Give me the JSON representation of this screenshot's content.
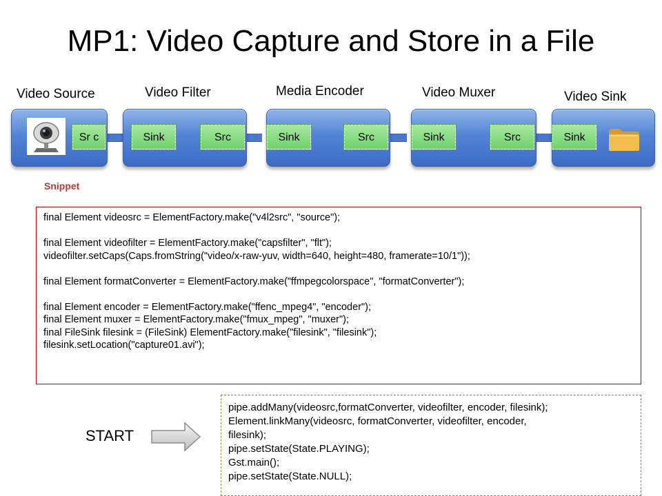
{
  "title": "MP1: Video Capture and Store in a File",
  "stages": [
    {
      "label": "Video Source",
      "pads": [
        "Sr c"
      ],
      "icon": "webcam-icon"
    },
    {
      "label": "Video Filter",
      "pads": [
        "Sink",
        "Src"
      ]
    },
    {
      "label": "Media Encoder",
      "pads": [
        "Sink",
        "Src"
      ]
    },
    {
      "label": "Video Muxer",
      "pads": [
        "Sink",
        "Src"
      ]
    },
    {
      "label": "Video Sink",
      "pads": [
        "Sink"
      ],
      "icon": "folder-icon"
    }
  ],
  "snippet_label": "Snippet",
  "code_lines": [
    "final Element videosrc = ElementFactory.make(\"v4l2src\", \"source\");",
    "",
    "final Element videofilter = ElementFactory.make(\"capsfilter\", \"flt\");",
    "videofilter.setCaps(Caps.fromString(\"video/x-raw-yuv, width=640, height=480, framerate=10/1\"));",
    "",
    "final Element formatConverter = ElementFactory.make(\"ffmpegcolorspace\", \"formatConverter\");",
    "",
    "final Element encoder = ElementFactory.make(\"ffenc_mpeg4\", \"encoder\");",
    "final Element muxer = ElementFactory.make(\"fmux_mpeg\", \"muxer\");",
    "final FileSink filesink = (FileSink) ElementFactory.make(\"filesink\", \"filesink\");",
    "filesink.setLocation(\"capture01.avi\");"
  ],
  "start_label": "START",
  "start_lines": [
    "pipe.addMany(videosrc,formatConverter, videofilter, encoder, filesink);",
    "Element.linkMany(videosrc, formatConverter, videofilter, encoder,",
    "filesink);",
    "pipe.setState(State.PLAYING);",
    "Gst.main();",
    "pipe.setState(State.NULL);"
  ],
  "colors": {
    "stage_blue": "#5384d6",
    "pad_green": "#6ed068",
    "snippet_red": "#b23a3a",
    "code_border": "#c00000",
    "start_border": "#7a8f3a"
  }
}
